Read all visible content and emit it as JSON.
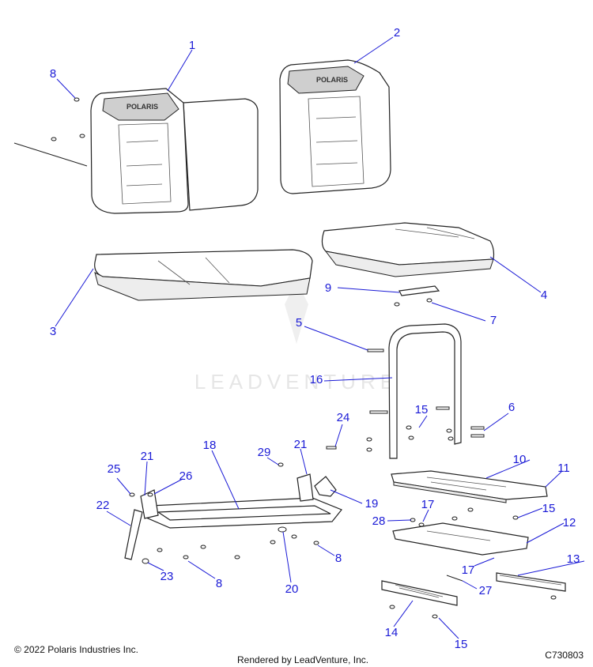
{
  "watermark": {
    "text": "LEADVENTURE"
  },
  "callouts": [
    {
      "id": "c1",
      "label": "1"
    },
    {
      "id": "c2",
      "label": "2"
    },
    {
      "id": "c3",
      "label": "3"
    },
    {
      "id": "c4",
      "label": "4"
    },
    {
      "id": "c5",
      "label": "5"
    },
    {
      "id": "c6",
      "label": "6"
    },
    {
      "id": "c7",
      "label": "7"
    },
    {
      "id": "c8a",
      "label": "8"
    },
    {
      "id": "c8b",
      "label": "8"
    },
    {
      "id": "c8c",
      "label": "8"
    },
    {
      "id": "c9",
      "label": "9"
    },
    {
      "id": "c10",
      "label": "10"
    },
    {
      "id": "c11",
      "label": "11"
    },
    {
      "id": "c12",
      "label": "12"
    },
    {
      "id": "c13",
      "label": "13"
    },
    {
      "id": "c14",
      "label": "14"
    },
    {
      "id": "c15a",
      "label": "15"
    },
    {
      "id": "c15b",
      "label": "15"
    },
    {
      "id": "c15c",
      "label": "15"
    },
    {
      "id": "c16",
      "label": "16"
    },
    {
      "id": "c17a",
      "label": "17"
    },
    {
      "id": "c17b",
      "label": "17"
    },
    {
      "id": "c18",
      "label": "18"
    },
    {
      "id": "c19",
      "label": "19"
    },
    {
      "id": "c20",
      "label": "20"
    },
    {
      "id": "c21a",
      "label": "21"
    },
    {
      "id": "c21b",
      "label": "21"
    },
    {
      "id": "c22",
      "label": "22"
    },
    {
      "id": "c23",
      "label": "23"
    },
    {
      "id": "c24",
      "label": "24"
    },
    {
      "id": "c25",
      "label": "25"
    },
    {
      "id": "c26",
      "label": "26"
    },
    {
      "id": "c27",
      "label": "27"
    },
    {
      "id": "c28",
      "label": "28"
    },
    {
      "id": "c29",
      "label": "29"
    }
  ],
  "logos": {
    "seat_brand": "POLARIS"
  },
  "footer": {
    "copyright": "© 2022 Polaris Industries Inc.",
    "rendered_by": "Rendered by LeadVenture, Inc.",
    "diagram_code": "C730803"
  }
}
